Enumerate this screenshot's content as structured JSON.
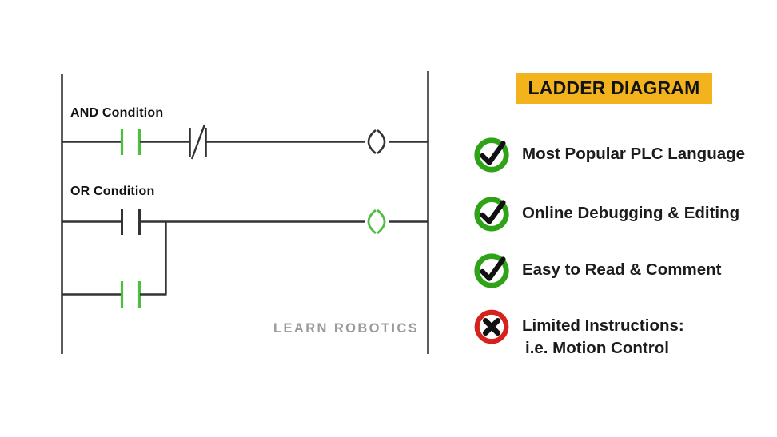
{
  "ladder": {
    "rung_labels": [
      "AND Condition",
      "OR Condition"
    ],
    "watermark": "LEARN ROBOTICS"
  },
  "panel": {
    "title": "LADDER DIAGRAM",
    "items": [
      {
        "icon": "check-circle-icon",
        "text": "Most Popular PLC Language"
      },
      {
        "icon": "check-circle-icon",
        "text": "Online Debugging & Editing"
      },
      {
        "icon": "check-circle-icon",
        "text": "Easy to Read & Comment"
      },
      {
        "icon": "x-circle-icon",
        "text": "Limited Instructions:",
        "text_line2": "i.e. Motion Control"
      }
    ]
  },
  "colors": {
    "title_bg": "#F2B31C",
    "check_green": "#2FA317",
    "cross_red": "#D6211C",
    "ladder_green": "#4FBD42",
    "line_dark": "#333333",
    "watermark_gray": "#9A9A9A",
    "text_dark": "#1C1C1C"
  }
}
